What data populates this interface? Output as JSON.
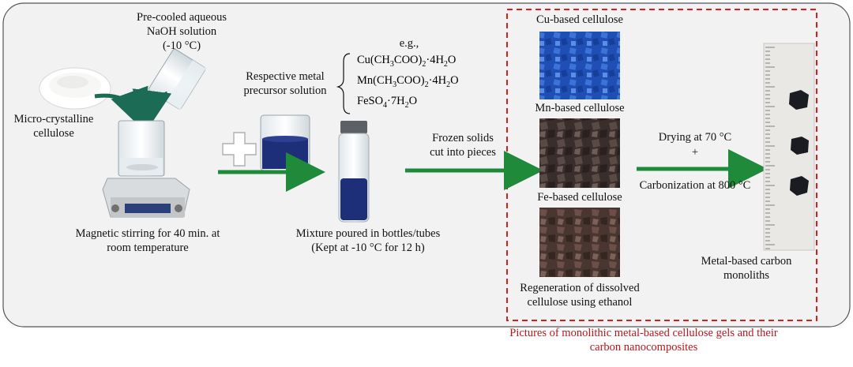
{
  "labels": {
    "naoh": [
      "Pre-cooled aqueous",
      "NaOH solution",
      "(-10 °C)"
    ],
    "mcc": [
      "Micro-crystalline",
      "cellulose"
    ],
    "stirring": [
      "Magnetic stirring for 40 min. at",
      "room temperature"
    ],
    "precursor": [
      "Respective metal",
      "precursor solution"
    ],
    "eg": "e.g.,",
    "mixture": [
      "Mixture poured in bottles/tubes",
      "(Kept at -10 °C for 12 h)"
    ],
    "frozen": [
      "Frozen solids",
      "cut into pieces"
    ],
    "cu": "Cu-based cellulose",
    "mn": "Mn-based cellulose",
    "fe": "Fe-based cellulose",
    "regeneration": [
      "Regeneration of dissolved",
      "cellulose using ethanol"
    ],
    "drying": "Drying at 70 °C",
    "plus": "+",
    "carbonization": "Carbonization at 800 °C",
    "monoliths": [
      "Metal-based carbon",
      "monoliths"
    ],
    "caption": [
      "Pictures of monolithic metal-based cellulose gels and their",
      "carbon nanocomposites"
    ]
  },
  "colors": {
    "arrow_green": "#1f8a3a",
    "curved_arrow": "#1b6b55",
    "border_red": "#d62020",
    "liquid_blue": "#1e2f7a",
    "cu_blue": "#1f4fb5",
    "panel_bg": "#f2f2f2"
  }
}
